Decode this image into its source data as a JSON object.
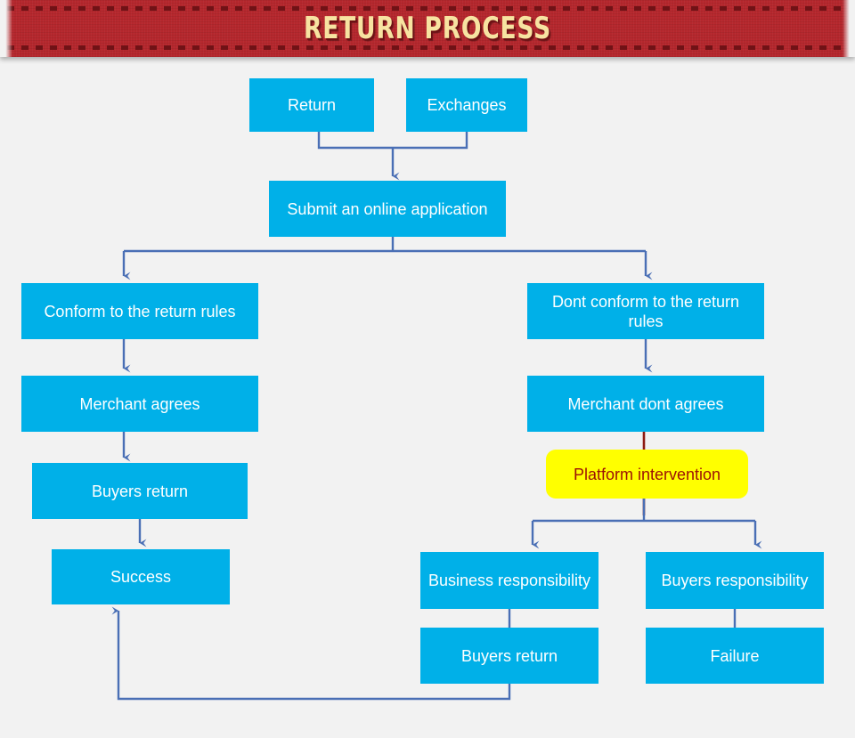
{
  "banner": {
    "title": "RETURN PROCESS",
    "background_color": "#b5272d",
    "text_color": "#f7e3a1",
    "dash_color": "#701216"
  },
  "canvas": {
    "background_color": "#f2f2f2",
    "node_color": "#00b0e8",
    "node_text_color": "#ffffff",
    "accent_node_color": "#ffff00",
    "accent_node_text_color": "#9c1006",
    "connector_color": "#4a6fb5",
    "accent_connector_color": "#8d1a12"
  },
  "nodes": {
    "return": "Return",
    "exchanges": "Exchanges",
    "submit": "Submit an online application",
    "conform": "Conform to the return rules",
    "merchant_agrees": "Merchant agrees",
    "buyers_return_left": "Buyers return",
    "success": "Success",
    "dont_conform": "Dont conform to the return rules",
    "merchant_dont_agrees": "Merchant dont agrees",
    "platform_intervention": "Platform intervention",
    "business_responsibility": "Business responsibility",
    "buyers_return_right": "Buyers return",
    "buyers_responsibility": "Buyers responsibility",
    "failure": "Failure"
  }
}
